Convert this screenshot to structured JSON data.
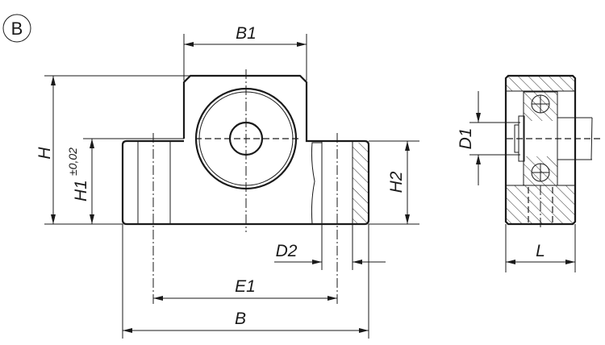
{
  "view_label": "B",
  "dimensions": {
    "B1": "B1",
    "H": "H",
    "H1": "H1",
    "H1_tolerance": "±0,02",
    "H2": "H2",
    "D1": "D1",
    "D2": "D2",
    "E1": "E1",
    "B": "B",
    "L": "L"
  }
}
